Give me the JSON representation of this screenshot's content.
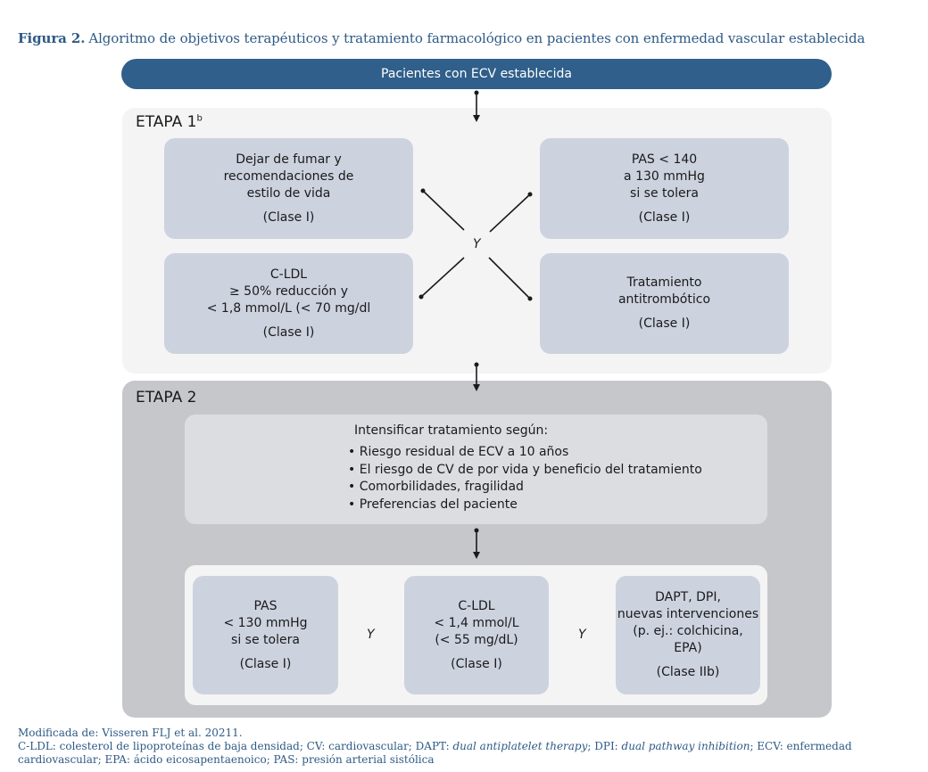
{
  "figure": {
    "label": "Figura 2.",
    "title": "Algoritmo de objetivos terapéuticos y tratamiento farmacológico en pacientes con enfermedad vascular establecida"
  },
  "start": "Pacientes con ECV establecida",
  "stage1": {
    "label": "ETAPA 1",
    "sup": "b",
    "connector": "Y",
    "boxes": [
      {
        "lines": [
          "Dejar de fumar y",
          "recomendaciones de",
          "estilo de vida"
        ],
        "class": "(Clase I)"
      },
      {
        "lines": [
          "PAS < 140",
          "a 130 mmHg",
          "si se tolera"
        ],
        "class": "(Clase I)"
      },
      {
        "lines": [
          "C-LDL",
          "≥ 50% reducción y",
          "< 1,8 mmol/L (< 70 mg/dl"
        ],
        "class": "(Clase I)"
      },
      {
        "lines": [
          "Tratamiento",
          "antitrombótico"
        ],
        "class": "(Clase I)"
      }
    ]
  },
  "stage2": {
    "label": "ETAPA 2",
    "intensify_title": "Intensificar tratamiento según:",
    "bullets": [
      "Riesgo residual de ECV a 10 años",
      "El riesgo de CV de por vida y beneficio del tratamiento",
      "Comorbilidades, fragilidad",
      "Preferencias del paciente"
    ],
    "connector": "Y",
    "boxes": [
      {
        "lines": [
          "PAS",
          "< 130 mmHg",
          "si se tolera"
        ],
        "class": "(Clase I)"
      },
      {
        "lines": [
          "C-LDL",
          "< 1,4 mmol/L",
          "(< 55 mg/dL)"
        ],
        "class": "(Clase I)"
      },
      {
        "lines": [
          "DAPT, DPI,",
          "nuevas intervenciones",
          "(p. ej.: colchicina,",
          "EPA)"
        ],
        "class": "(Clase IIb)"
      }
    ]
  },
  "footnotes": {
    "source": "Modificada de: Visseren FLJ et al. 20211.",
    "abbrev_1": "C-LDL: colesterol de lipoproteínas de baja densidad; CV: cardiovascular; DAPT: ",
    "abbrev_dapt": "dual antiplatelet therapy",
    "abbrev_2": "; DPI: ",
    "abbrev_dpi": "dual pathway inhibition",
    "abbrev_3": "; ECV: enfermedad cardiovascular; EPA: ácido eicosapentaenoico; PAS: presión arterial sistólica"
  },
  "colors": {
    "title_blue": "#2e5a86",
    "pill_blue": "#2f5f8a",
    "box_fill": "#cdd2df",
    "stage1_bg": "#f4f4f4",
    "stage2_bg": "#c6c7cb"
  }
}
